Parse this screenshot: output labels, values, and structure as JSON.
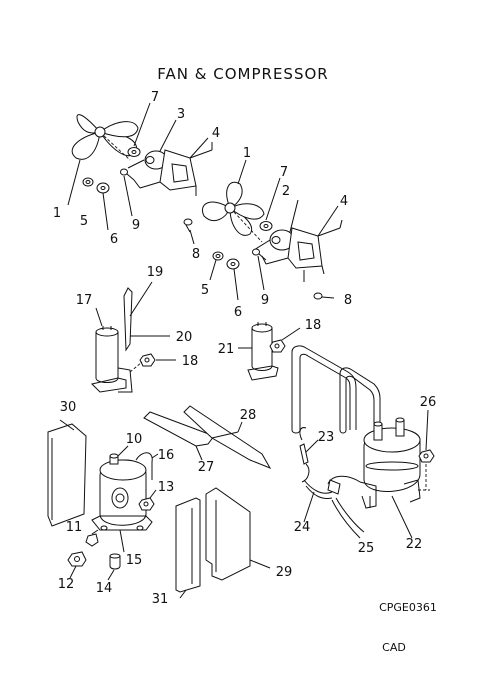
{
  "title": "FAN & COMPRESSOR",
  "drawing_code": "CPGE0361",
  "footer": "CAD",
  "labels": {
    "l1a": "1",
    "l1b": "1",
    "l2": "2",
    "l3": "3",
    "l4a": "4",
    "l4b": "4",
    "l5a": "5",
    "l5b": "5",
    "l6a": "6",
    "l6b": "6",
    "l7a": "7",
    "l7b": "7",
    "l8a": "8",
    "l8b": "8",
    "l9a": "9",
    "l9b": "9",
    "l10": "10",
    "l11": "11",
    "l12": "12",
    "l13": "13",
    "l14": "14",
    "l15": "15",
    "l16": "16",
    "l17": "17",
    "l18a": "18",
    "l18b": "18",
    "l19": "19",
    "l20": "20",
    "l21": "21",
    "l22": "22",
    "l23": "23",
    "l24": "24",
    "l25": "25",
    "l26": "26",
    "l27": "27",
    "l28": "28",
    "l29": "29",
    "l30": "30",
    "l31": "31"
  }
}
